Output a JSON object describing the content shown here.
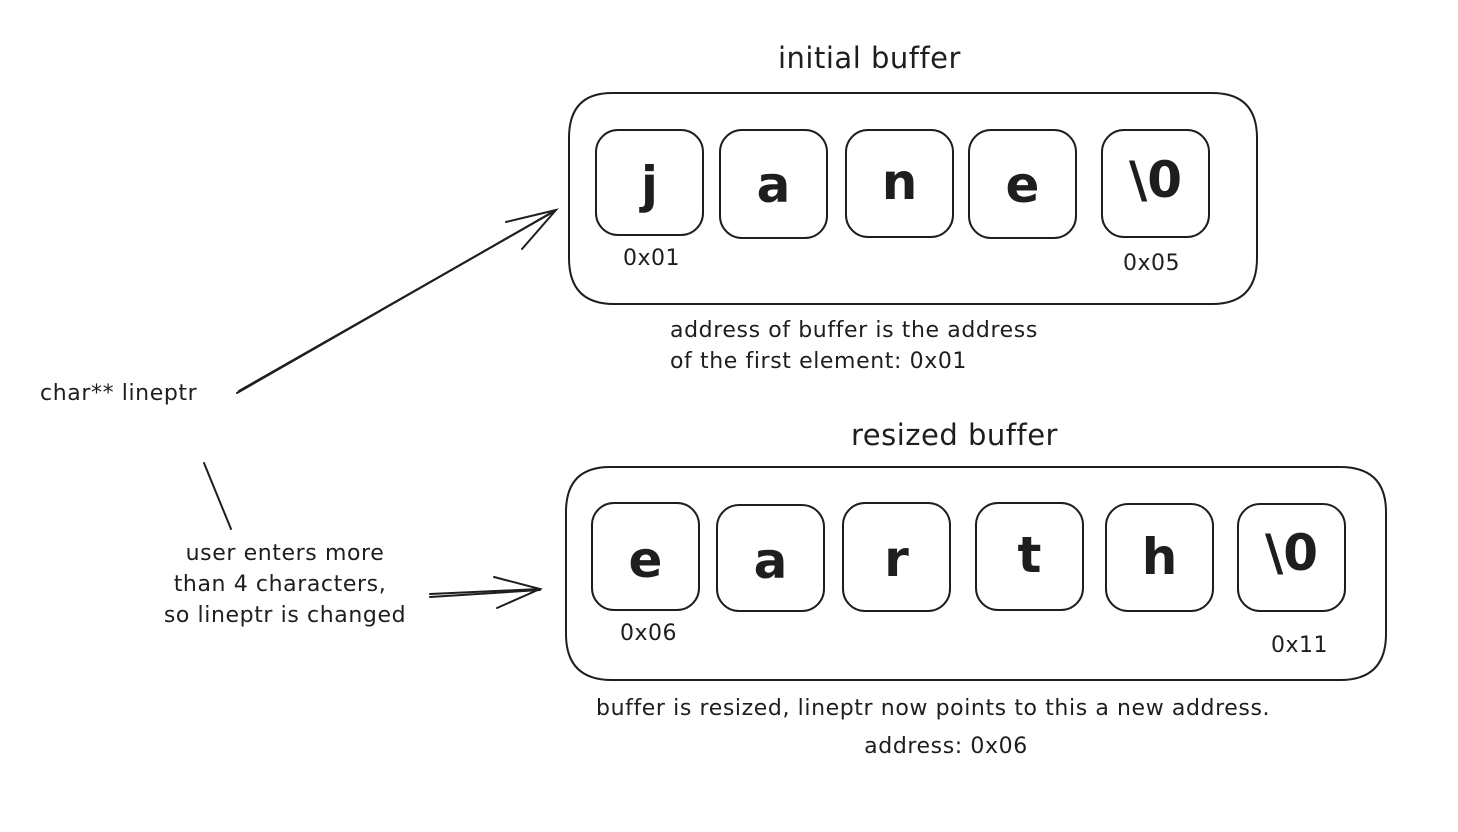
{
  "diagram": {
    "initial": {
      "title": "initial buffer",
      "cells": [
        "j",
        "a",
        "n",
        "e",
        "\\0"
      ],
      "first_address": "0x01",
      "last_address": "0x05",
      "note_line1": "address of buffer is the address",
      "note_line2": "of the first element: 0x01"
    },
    "resized": {
      "title": "resized buffer",
      "cells": [
        "e",
        "a",
        "r",
        "t",
        "h",
        "\\0"
      ],
      "first_address": "0x06",
      "last_address": "0x11",
      "note_line1": "buffer is resized, lineptr now points to this a new address.",
      "note_line2": "address: 0x06"
    },
    "pointer_label": "char** lineptr",
    "change_note": {
      "line1": "user enters more",
      "line2": "than 4 characters,",
      "line3": "so lineptr  is changed"
    },
    "stroke_color": "#1e1e1e",
    "background_color": "#ffffff"
  }
}
